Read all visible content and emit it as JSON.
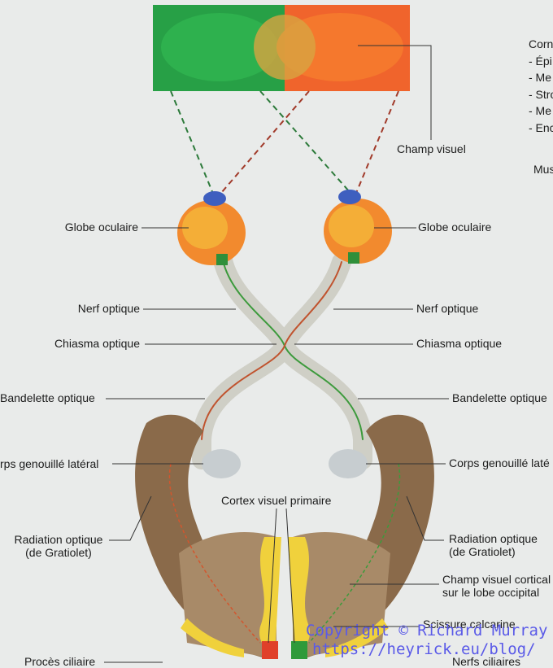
{
  "visual_field": {
    "label": "Champ visuel",
    "left_color": "#2ea84a",
    "right_color": "#f26a2e",
    "overlap_color": "#e0a23a"
  },
  "labels": {
    "eyeball_left": "Globe oculaire",
    "eyeball_right": "Globe oculaire",
    "optic_nerve_left": "Nerf optique",
    "optic_nerve_right": "Nerf optique",
    "chiasm_left": "Chiasma optique",
    "chiasm_right": "Chiasma optique",
    "optic_tract_left": "Bandelette optique",
    "optic_tract_right": "Bandelette optique",
    "lgn_left": "rps genouillé latéral",
    "lgn_right": "Corps genouillé laté",
    "primary_cortex": "Cortex visuel primaire",
    "radiation_left_1": "Radiation optique",
    "radiation_left_2": "(de Gratiolet)",
    "radiation_right_1": "Radiation optique",
    "radiation_right_2": "(de Gratiolet)",
    "cortical_field_1": "Champ visuel cortical",
    "cortical_field_2": "sur le lobe occipital",
    "calcarine": "Scissure calcarine",
    "ciliary_process": "Procès ciliaire",
    "ciliary_nerves": "Nerfs ciliaires"
  },
  "cornea_list": [
    "Corn",
    "- Épi",
    "- Me",
    "- Stro",
    "- Me",
    "- Enc"
  ],
  "muscle_partial": "Mus",
  "watermark": {
    "line1": "Copyright © Richard Murray",
    "line2": "https://heyrick.eu/blog/"
  }
}
